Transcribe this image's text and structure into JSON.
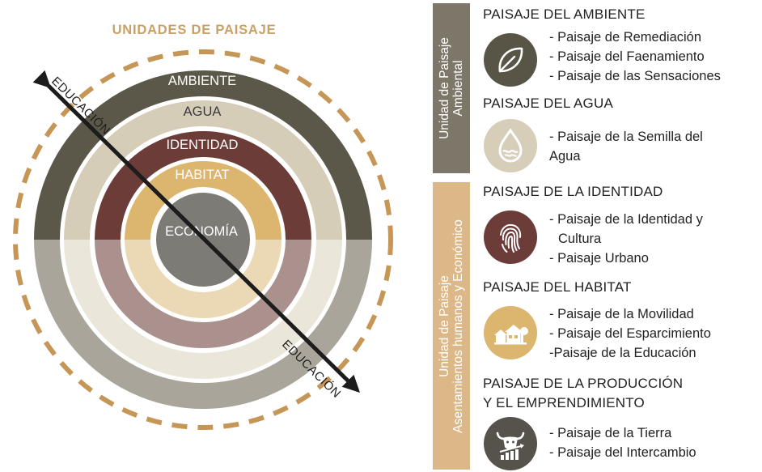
{
  "diagram": {
    "title": "UNIDADES DE PAISAJE",
    "rings": [
      {
        "label": "AMBIENTE",
        "color": "#5c5849",
        "lower_color": "#a9a59b"
      },
      {
        "label": "AGUA",
        "color": "#d5cdb8",
        "lower_color": "#ebe6da"
      },
      {
        "label": "IDENTIDAD",
        "color": "#6c3c38",
        "lower_color": "#aa918d"
      },
      {
        "label": "HABITAT",
        "color": "#dcb56e",
        "lower_color": "#ebd9b6"
      },
      {
        "label": "ECONOMÍA",
        "color": "#7d7b76",
        "lower_color": "#7d7b76"
      }
    ],
    "dashed_ring_color": "#c59656",
    "arrow_label_upper": "EDUCACIÓN",
    "arrow_label_lower": "EDUCACIÓN"
  },
  "units": {
    "ambiental": {
      "label_line1": "Unidad de Paisaje",
      "label_line2": "Ambiental",
      "color": "#7c7769"
    },
    "asentamientos": {
      "label_line1": "Unidad de Paisaje",
      "label_line2": "Asentamientos humanos y Económico",
      "color": "#dcb889"
    }
  },
  "sections": [
    {
      "heading": "PAISAJE DEL AMBIENTE",
      "icon": "leaf-icon",
      "icon_color": "#585446",
      "items": [
        "- Paisaje de Remediación",
        "- Paisaje del Faenamiento",
        "- Paisaje de las Sensaciones"
      ]
    },
    {
      "heading": "PAISAJE DEL AGUA",
      "icon": "water-drop-icon",
      "icon_color": "#d6ceb8",
      "items": [
        "- Paisaje de la Semilla del",
        "Agua"
      ]
    },
    {
      "heading": "PAISAJE DE LA IDENTIDAD",
      "icon": "fingerprint-icon",
      "icon_color": "#6c3c38",
      "items": [
        "- Paisaje de la Identidad y",
        "  Cultura",
        "- Paisaje Urbano"
      ]
    },
    {
      "heading": "PAISAJE DEL HABITAT",
      "icon": "houses-icon",
      "icon_color": "#dcb56e",
      "items": [
        "- Paisaje de la Movilidad",
        "- Paisaje del Esparcimiento",
        "-Paisaje de la Educación"
      ]
    },
    {
      "heading_line1": "PAISAJE DE LA PRODUCCIÓN",
      "heading_line2": "Y EL EMPRENDIMIENTO",
      "icon": "bull-chart-icon",
      "icon_color": "#56534d",
      "items": [
        "- Paisaje de la Tierra",
        "- Paisaje del Intercambio"
      ]
    }
  ]
}
